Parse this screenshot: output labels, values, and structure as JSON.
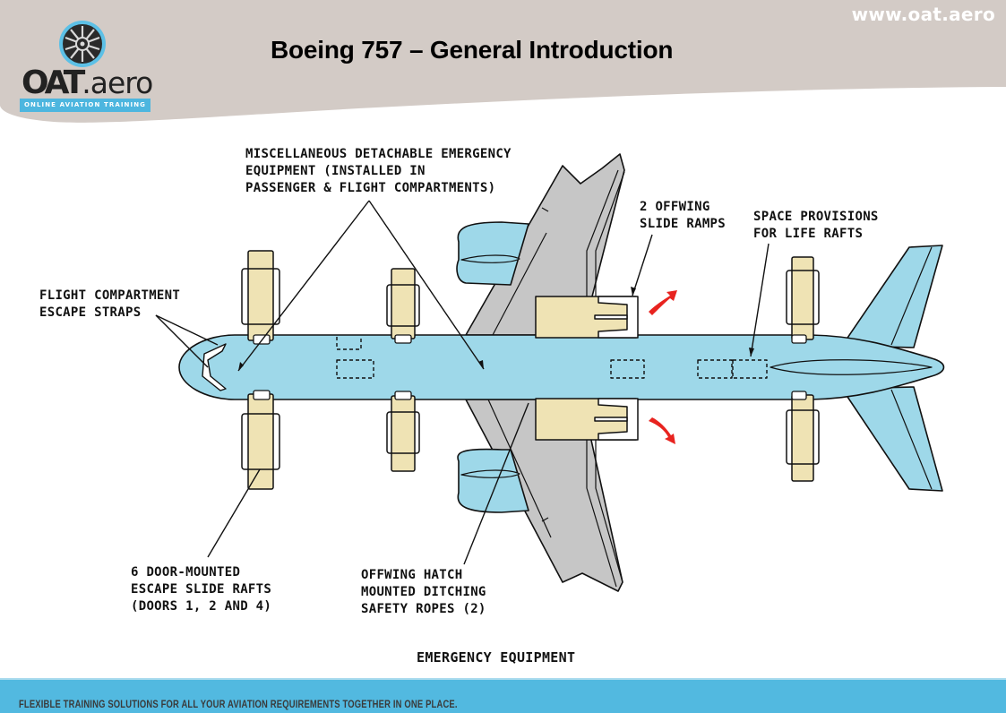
{
  "header": {
    "url": "www.oat.aero",
    "title": "Boeing 757 – General Introduction",
    "logo": {
      "icon": "jet-engine-fan-icon",
      "word_bold": "OAT",
      "word_light": ".aero",
      "tagline": "ONLINE AVIATION TRAINING"
    }
  },
  "diagram": {
    "caption": "EMERGENCY EQUIPMENT",
    "subject": "Boeing 757 top view",
    "colors": {
      "fuselage": "#9ed8e9",
      "wing": "#c6c6c6",
      "slide": "#efe3b4",
      "arrow": "#e8231f"
    },
    "labels": [
      {
        "id": "misc-equipment",
        "text": "MISCELLANEOUS DETACHABLE EMERGENCY\nEQUIPMENT (INSTALLED IN\nPASSENGER & FLIGHT COMPARTMENTS)"
      },
      {
        "id": "offwing-slide-ramps",
        "text": "2 OFFWING\nSLIDE RAMPS"
      },
      {
        "id": "life-raft-provisions",
        "text": "SPACE PROVISIONS\nFOR LIFE RAFTS"
      },
      {
        "id": "escape-straps",
        "text": "FLIGHT COMPARTMENT\nESCAPE STRAPS"
      },
      {
        "id": "door-slide-rafts",
        "text": "6 DOOR-MOUNTED\nESCAPE SLIDE RAFTS\n(DOORS 1, 2 AND 4)"
      },
      {
        "id": "ditching-ropes",
        "text": "OFFWING HATCH\nMOUNTED DITCHING\nSAFETY ROPES (2)"
      }
    ]
  },
  "footer": {
    "text": "FLEXIBLE TRAINING SOLUTIONS FOR ALL YOUR AVIATION REQUIREMENTS TOGETHER IN ONE PLACE."
  }
}
